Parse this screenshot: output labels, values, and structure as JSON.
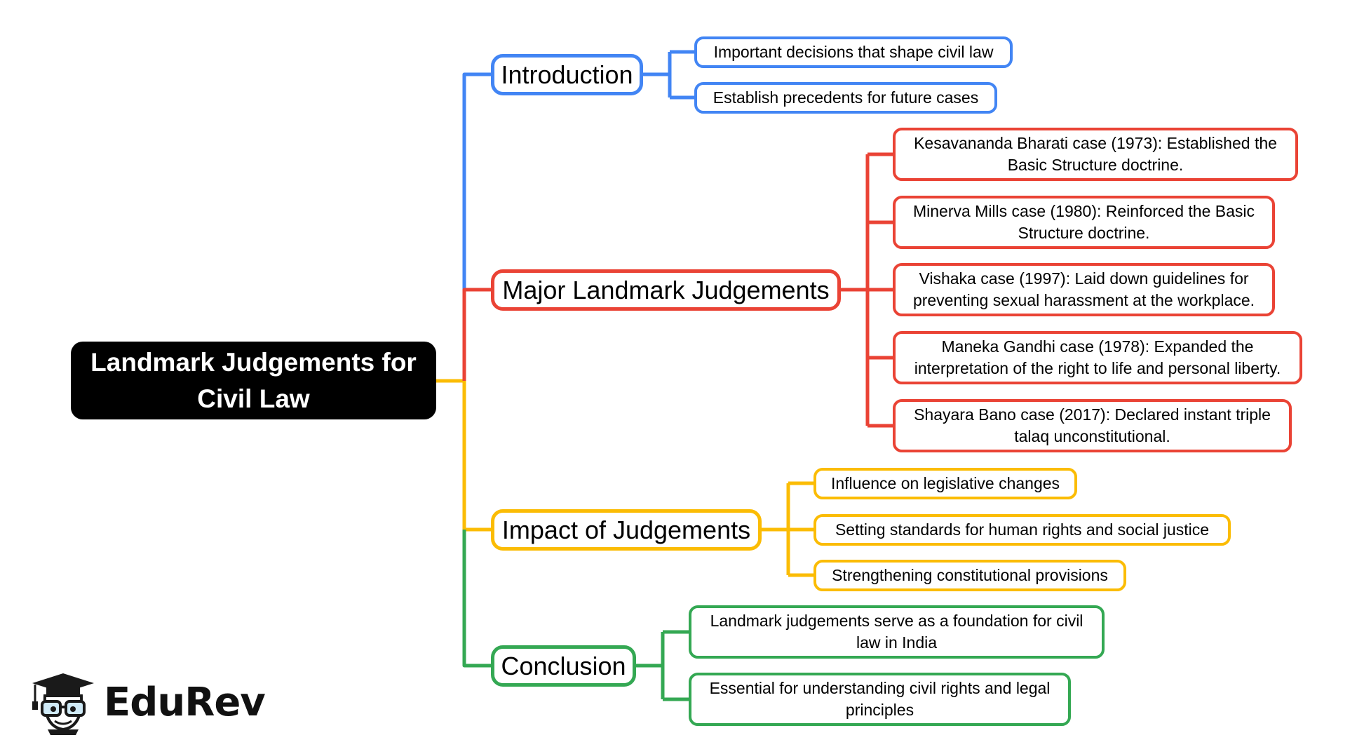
{
  "root": {
    "title_line1": "Landmark Judgements for",
    "title_line2": "Civil Law"
  },
  "colors": {
    "introduction": "#4285f4",
    "major": "#ea4335",
    "impact": "#fbbc04",
    "conclusion": "#34a853",
    "root": "#000000"
  },
  "branches": {
    "introduction": {
      "label": "Introduction",
      "items": [
        "Important decisions that shape civil law",
        "Establish precedents for future cases"
      ]
    },
    "major": {
      "label": "Major Landmark Judgements",
      "items": [
        {
          "line1": "Kesavananda Bharati case (1973): Established the",
          "line2": "Basic Structure doctrine."
        },
        {
          "line1": "Minerva Mills case (1980): Reinforced the Basic",
          "line2": "Structure doctrine."
        },
        {
          "line1": "Vishaka case (1997): Laid down guidelines for",
          "line2": "preventing sexual harassment at the workplace."
        },
        {
          "line1": "Maneka Gandhi case (1978): Expanded the",
          "line2": "interpretation of the right to life and personal liberty."
        },
        {
          "line1": "Shayara Bano case (2017): Declared instant triple",
          "line2": "talaq unconstitutional."
        }
      ]
    },
    "impact": {
      "label": "Impact of Judgements",
      "items": [
        "Influence on legislative changes",
        "Setting standards for human rights and social justice",
        "Strengthening constitutional provisions"
      ]
    },
    "conclusion": {
      "label": "Conclusion",
      "items": [
        {
          "line1": "Landmark judgements serve as a foundation for civil",
          "line2": "law in India"
        },
        {
          "line1": "Essential for understanding civil rights and legal",
          "line2": "principles"
        }
      ]
    }
  },
  "brand": {
    "name": "EduRev",
    "icon": "graduate-mascot-icon"
  }
}
